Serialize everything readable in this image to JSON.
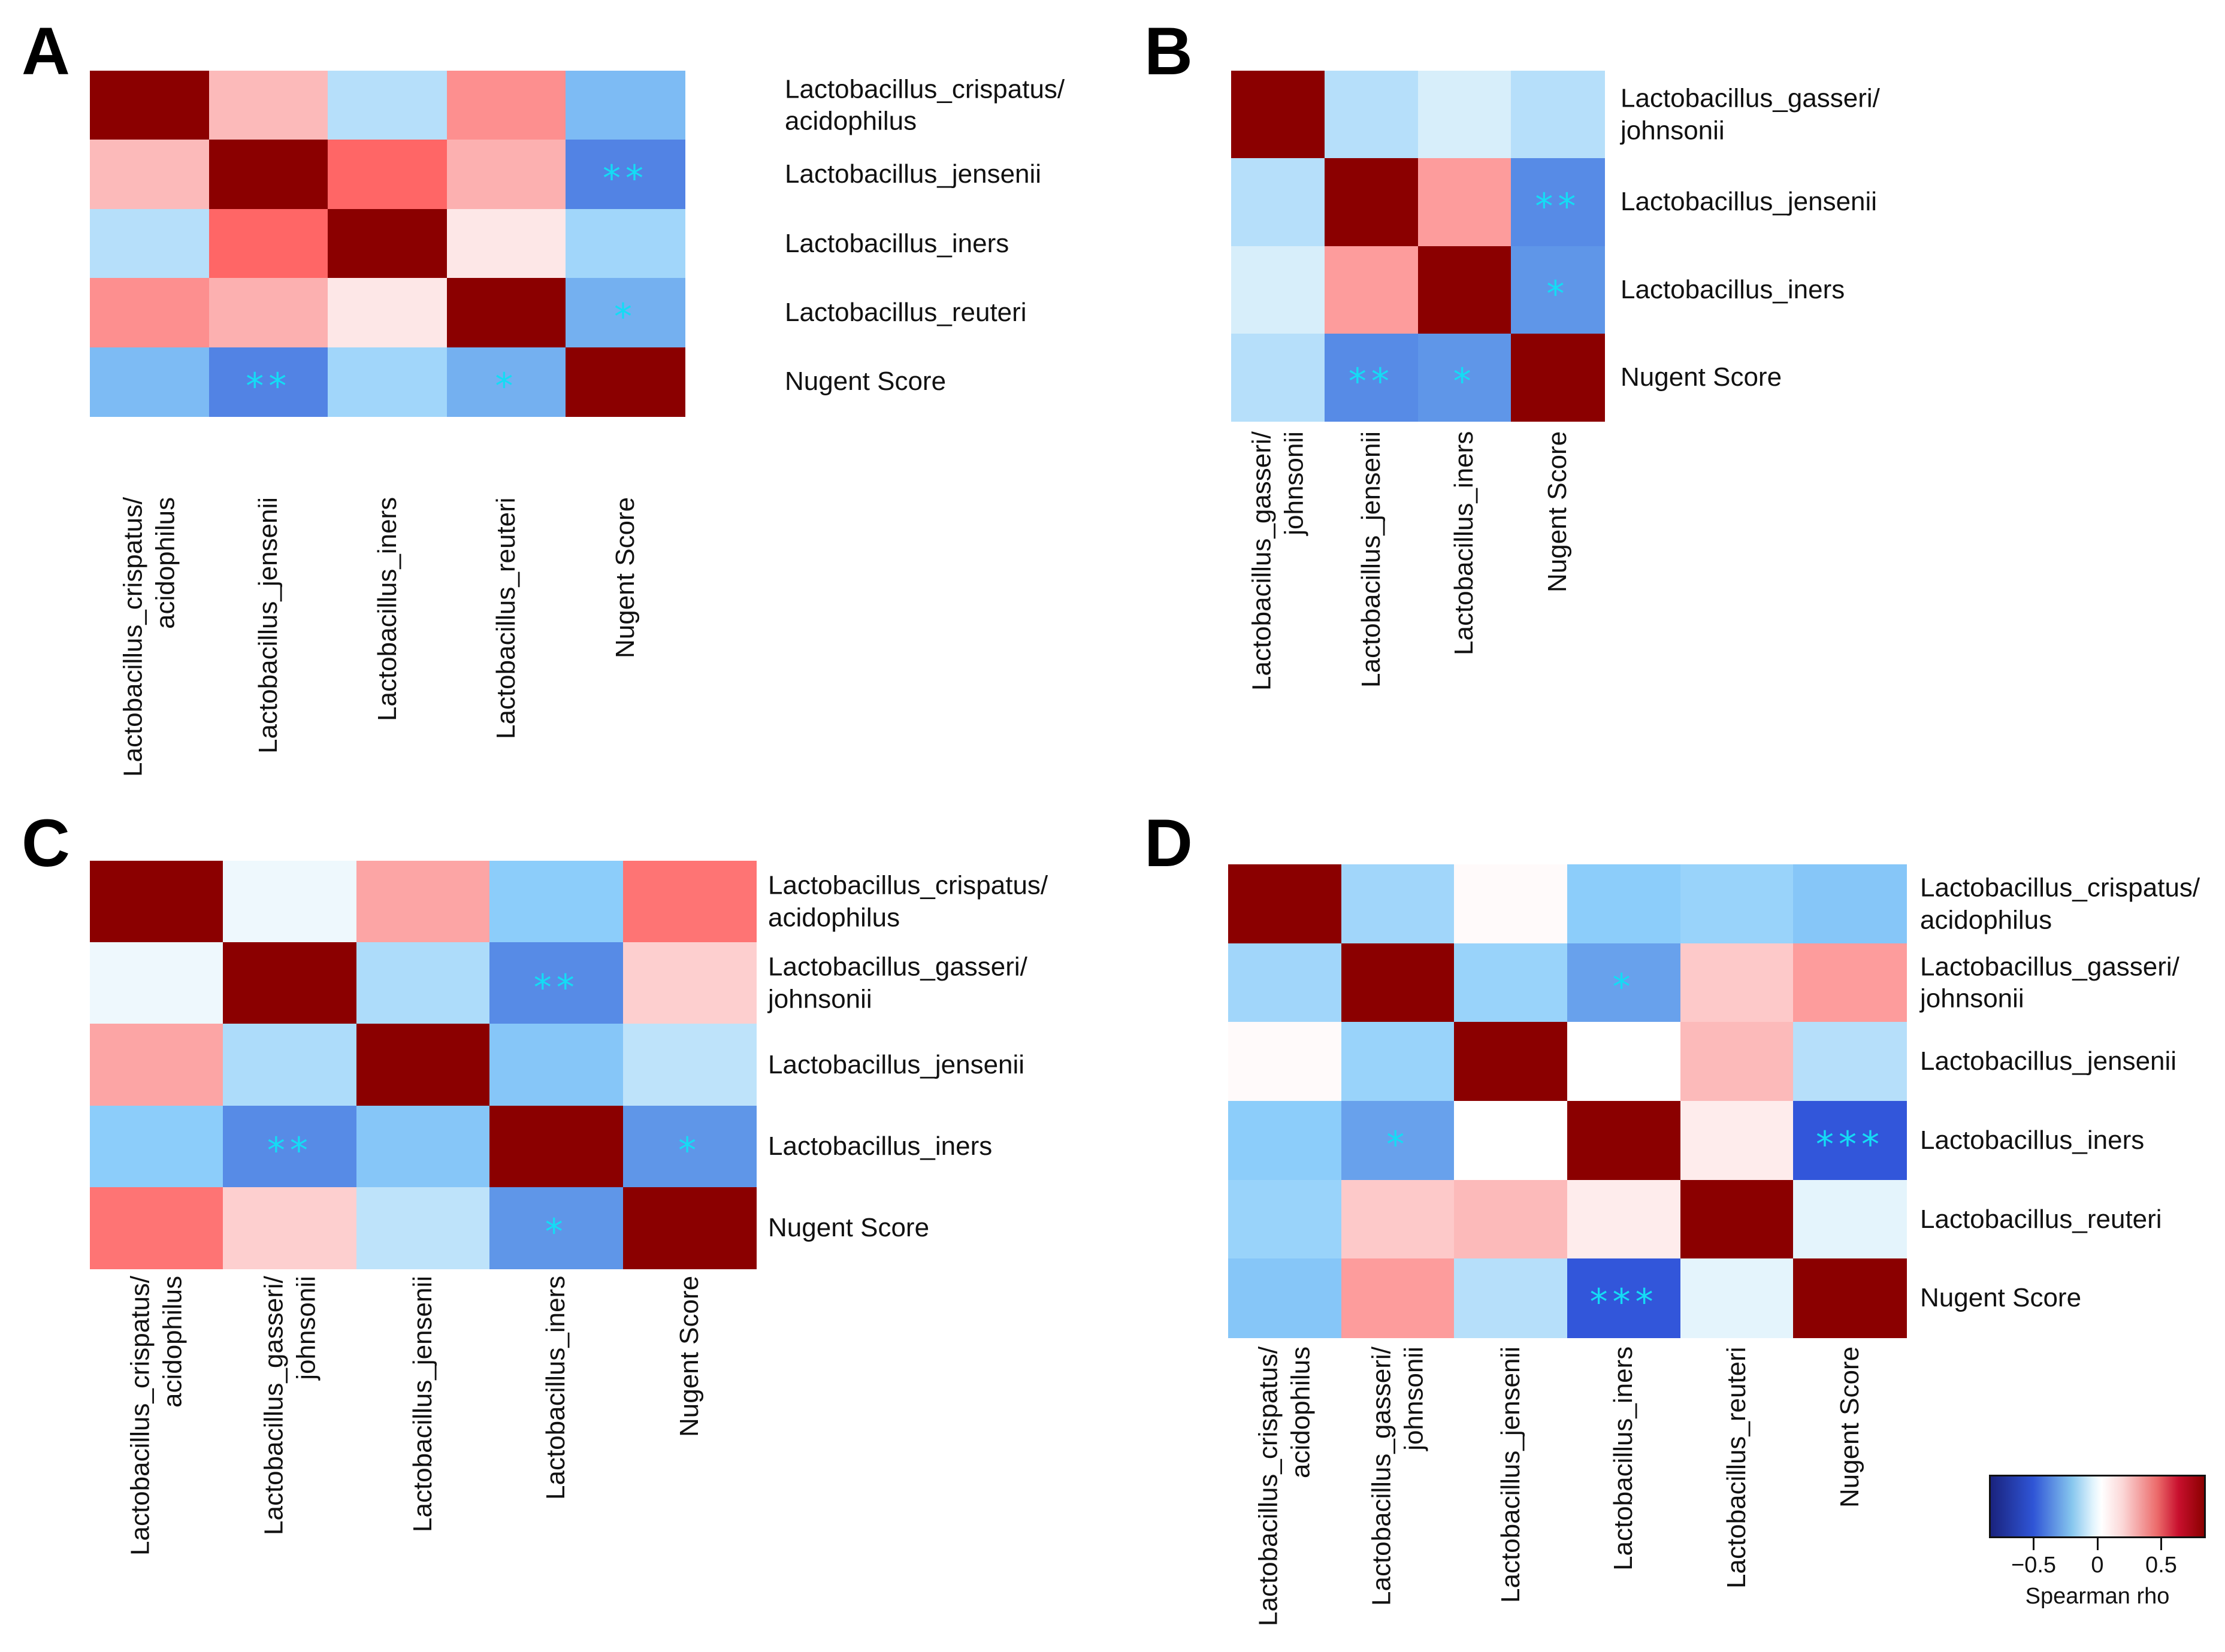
{
  "chart_data": [
    {
      "type": "heatmap",
      "panel": "A",
      "rows": [
        "Lactobacillus_crispatus/\nacidophilus",
        "Lactobacillus_jensenii",
        "Lactobacillus_iners",
        "Lactobacillus_reuteri",
        "Nugent Score"
      ],
      "columns": [
        "Lactobacillus_crispatus/\nacidophilus",
        "Lactobacillus_jensenii",
        "Lactobacillus_iners",
        "Lactobacillus_reuteri",
        "Nugent Score"
      ],
      "values": [
        [
          1.0,
          0.25,
          -0.2,
          0.4,
          -0.35
        ],
        [
          0.25,
          1.0,
          0.55,
          0.28,
          -0.5
        ],
        [
          -0.2,
          0.55,
          1.0,
          0.1,
          -0.25
        ],
        [
          0.4,
          0.28,
          0.1,
          1.0,
          -0.38
        ],
        [
          -0.35,
          -0.5,
          -0.25,
          -0.38,
          1.0
        ]
      ],
      "significance": [
        [
          "",
          "",
          "",
          "",
          ""
        ],
        [
          "",
          "",
          "",
          "",
          "**"
        ],
        [
          "",
          "",
          "",
          "",
          ""
        ],
        [
          "",
          "",
          "",
          "",
          "*"
        ],
        [
          "",
          "**",
          "",
          "*",
          ""
        ]
      ]
    },
    {
      "type": "heatmap",
      "panel": "B",
      "rows": [
        "Lactobacillus_gasseri/\njohnsonii",
        "Lactobacillus_jensenii",
        "Lactobacillus_iners",
        "Nugent Score"
      ],
      "columns": [
        "Lactobacillus_gasseri/\njohnsonii",
        "Lactobacillus_jensenii",
        "Lactobacillus_iners",
        "Nugent Score"
      ],
      "values": [
        [
          1.0,
          -0.2,
          -0.12,
          -0.2
        ],
        [
          -0.2,
          1.0,
          0.35,
          -0.48
        ],
        [
          -0.12,
          0.35,
          1.0,
          -0.45
        ],
        [
          -0.2,
          -0.48,
          -0.45,
          1.0
        ]
      ],
      "significance": [
        [
          "",
          "",
          "",
          ""
        ],
        [
          "",
          "",
          "",
          "**"
        ],
        [
          "",
          "",
          "",
          "*"
        ],
        [
          "",
          "**",
          "*",
          ""
        ]
      ]
    },
    {
      "type": "heatmap",
      "panel": "C",
      "rows": [
        "Lactobacillus_crispatus/\nacidophilus",
        "Lactobacillus_gasseri/\njohnsonii",
        "Lactobacillus_jensenii",
        "Lactobacillus_iners",
        "Nugent Score"
      ],
      "columns": [
        "Lactobacillus_crispatus/\nacidophilus",
        "Lactobacillus_gasseri/\njohnsonii",
        "Lactobacillus_jensenii",
        "Lactobacillus_iners",
        "Nugent Score"
      ],
      "values": [
        [
          1.0,
          -0.05,
          0.32,
          -0.3,
          0.5
        ],
        [
          -0.05,
          1.0,
          -0.22,
          -0.48,
          0.18
        ],
        [
          0.32,
          -0.22,
          1.0,
          -0.32,
          -0.18
        ],
        [
          -0.3,
          -0.48,
          -0.32,
          1.0,
          -0.45
        ],
        [
          0.5,
          0.18,
          -0.18,
          -0.45,
          1.0
        ]
      ],
      "significance": [
        [
          "",
          "",
          "",
          "",
          ""
        ],
        [
          "",
          "",
          "",
          "**",
          ""
        ],
        [
          "",
          "",
          "",
          "",
          ""
        ],
        [
          "",
          "**",
          "",
          "",
          "*"
        ],
        [
          "",
          "",
          "",
          "*",
          ""
        ]
      ]
    },
    {
      "type": "heatmap",
      "panel": "D",
      "rows": [
        "Lactobacillus_crispatus/\nacidophilus",
        "Lactobacillus_gasseri/\njohnsonii",
        "Lactobacillus_jensenii",
        "Lactobacillus_iners",
        "Lactobacillus_reuteri",
        "Nugent Score"
      ],
      "columns": [
        "Lactobacillus_crispatus/\nacidophilus",
        "Lactobacillus_gasseri/\njohnsonii",
        "Lactobacillus_jensenii",
        "Lactobacillus_iners",
        "Lactobacillus_reuteri",
        "Nugent Score"
      ],
      "values": [
        [
          1.0,
          -0.25,
          0.02,
          -0.3,
          -0.27,
          -0.32
        ],
        [
          -0.25,
          1.0,
          -0.27,
          -0.42,
          0.2,
          0.35
        ],
        [
          0.02,
          -0.27,
          1.0,
          0.0,
          0.25,
          -0.2
        ],
        [
          -0.3,
          -0.42,
          0.0,
          1.0,
          0.08,
          -0.62
        ],
        [
          -0.27,
          0.2,
          0.25,
          0.08,
          1.0,
          -0.08
        ],
        [
          -0.32,
          0.35,
          -0.2,
          -0.62,
          -0.08,
          1.0
        ]
      ],
      "significance": [
        [
          "",
          "",
          "",
          "",
          "",
          ""
        ],
        [
          "",
          "",
          "",
          "*",
          "",
          ""
        ],
        [
          "",
          "",
          "",
          "",
          "",
          ""
        ],
        [
          "",
          "*",
          "",
          "",
          "",
          "***"
        ],
        [
          "",
          "",
          "",
          "",
          "",
          ""
        ],
        [
          "",
          "",
          "",
          "***",
          "",
          ""
        ]
      ]
    }
  ],
  "legend": {
    "title": "Spearman rho",
    "ticks": [
      -0.5,
      0,
      0.5
    ],
    "tick_labels": [
      "−0.5",
      "0",
      "0.5"
    ],
    "range": [
      -0.85,
      0.85
    ]
  }
}
